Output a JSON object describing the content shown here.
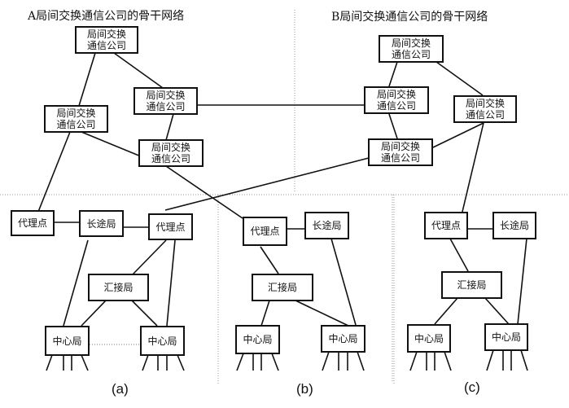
{
  "titles": {
    "a_backbone": "A局间交换通信公司的骨干网络",
    "b_backbone": "B局间交换通信公司的骨干网络"
  },
  "node_labels": {
    "iec_line1": "局间交换",
    "iec_line2": "通信公司",
    "pop": "代理点",
    "toll": "长途局",
    "tandem": "汇接局",
    "central": "中心局"
  },
  "captions": {
    "a": "(a)",
    "b": "(b)",
    "c": "(c)"
  },
  "colors": {
    "line": "#111111",
    "divider": "#999999"
  }
}
